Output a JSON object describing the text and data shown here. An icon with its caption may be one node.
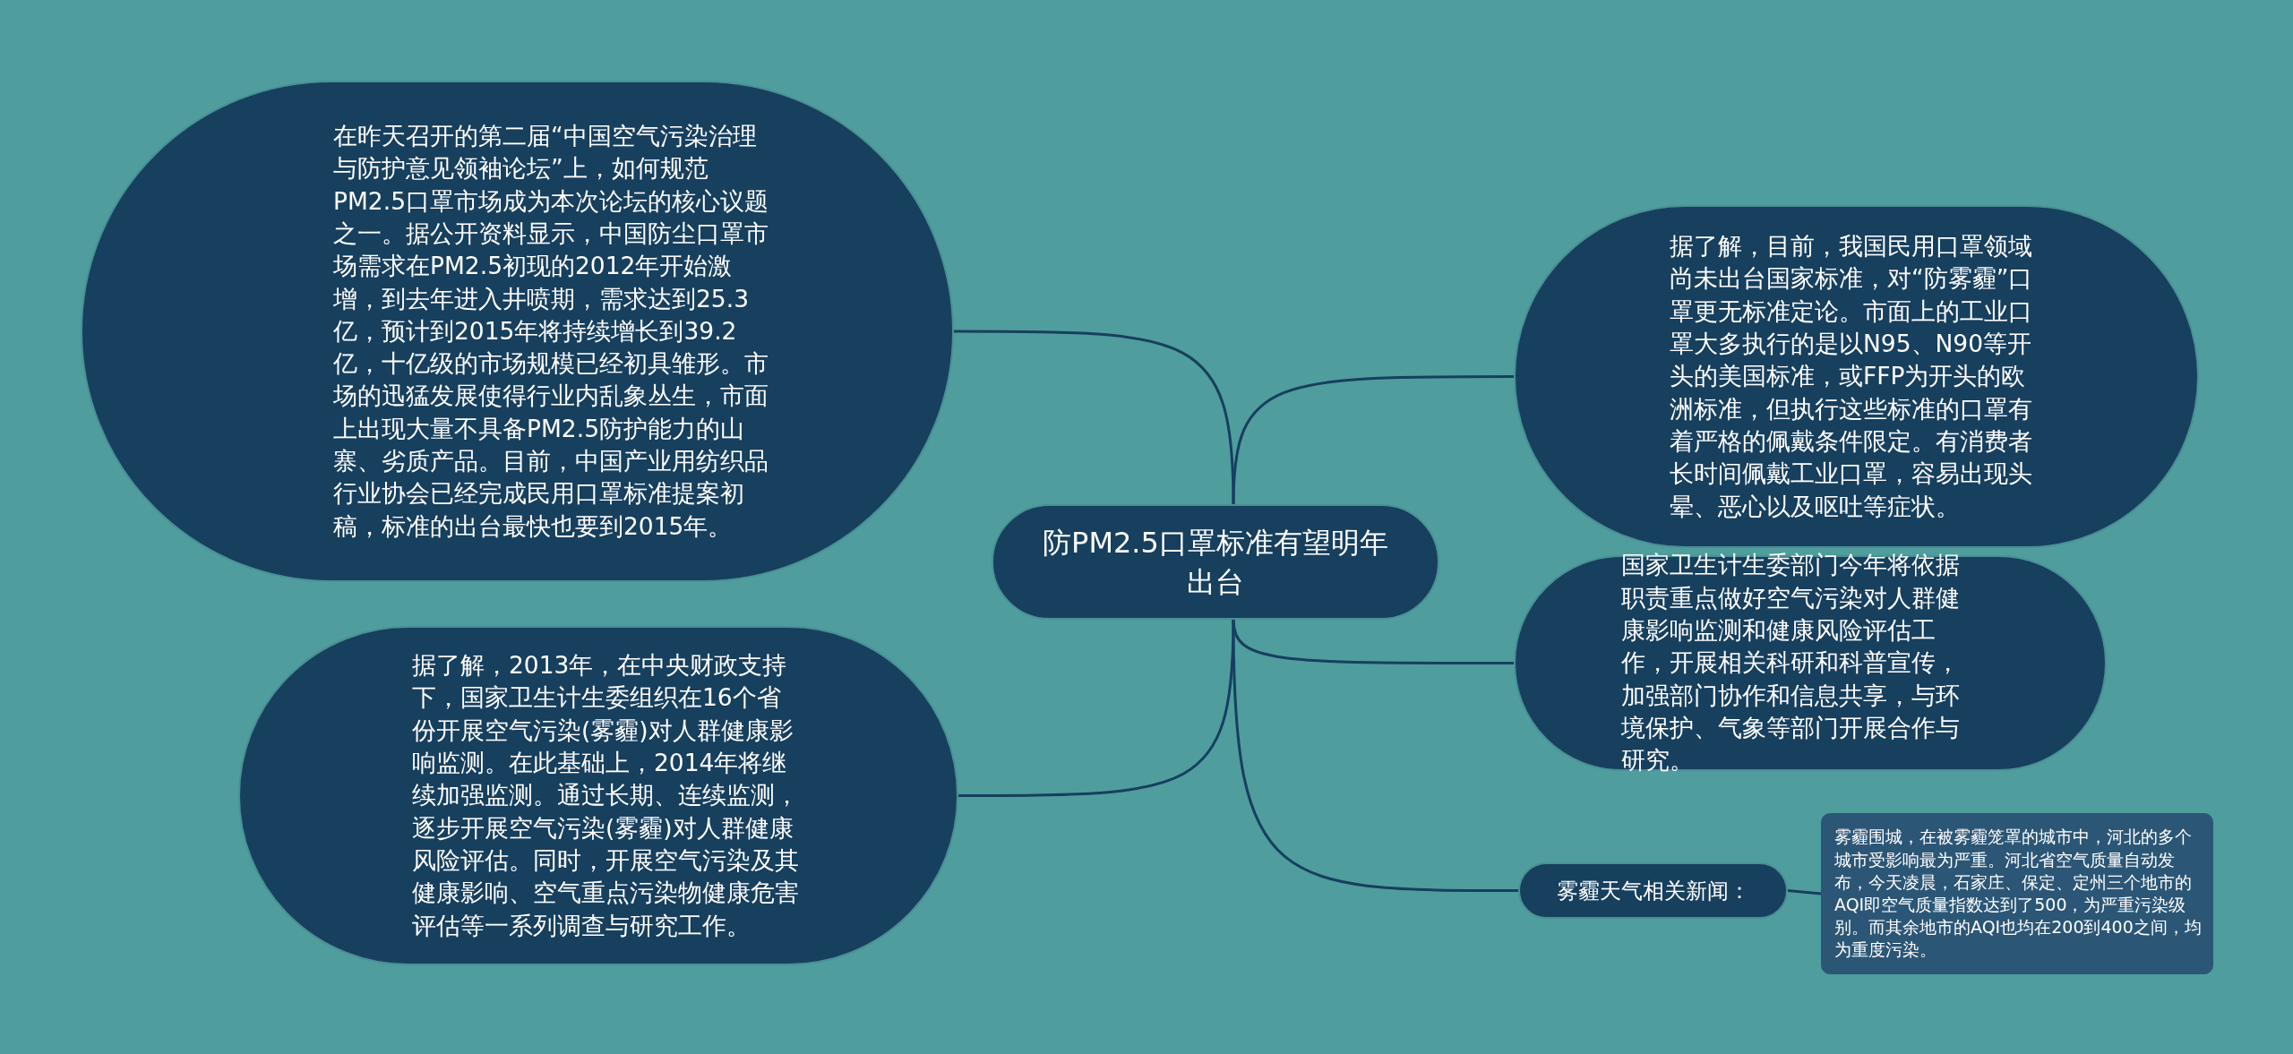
{
  "diagram": {
    "nodes": [
      {
        "text": [
          "防PM2.5口罩标准有望明年出台"
        ]
      },
      {
        "text": [
          "在昨天召开的第二届“中国空气污染治理与防护意见领袖论坛”上，如何规范PM2.5口罩市场成为本次论坛的核心议题之一。据公开资料显示，中国防尘口罩市场需求在PM2.5初现的2012年开始激增，到去年进入井喷期，需求达到25.3亿，预计到2015年将持续增长到39.2亿，十亿级的市场规模已经初具雏形。市场的迅猛发展使得行业内乱象丛生，市面上出现大量不具备PM2.5防护能力的山寨、劣质产品。目前，中国产业用纺织品行业协会已经完成民用口罩标准提案初稿，标准的出台最快也要到2015年。"
        ]
      },
      {
        "text": [
          "据了解，2013年，在中央财政支持下，国家卫生计生委组织在16个省份开展空气污染(雾霾)对人群健康影响监测。在此基础上，2014年将继续加强监测。通过长期、连续监测，逐步开展空气污染(雾霾)对人群健康风险评估。同时，开展空气污染及其健康影响、空气重点污染物健康危害评估等一系列调查与研究工作。"
        ]
      },
      {
        "text": [
          "据了解，目前，我国民用口罩领域尚未出台国家标准，对“防雾霾”口罩更无标准定论。市面上的工业口罩大多执行的是以N95、N90等开头的美国标准，或FFP为开头的欧洲标准，但执行这些标准的口罩有着严格的佩戴条件限定。有消费者长时间佩戴工业口罩，容易出现头晕、恶心以及呕吐等症状。"
        ]
      },
      {
        "text": [
          "国家卫生计生委部门今年将依据职责重点做好空气污染对人群健康影响监测和健康风险评估工作，开展相关科研和科普宣传，加强部门协作和信息共享，与环境保护、气象等部门开展合作与研究。"
        ]
      },
      {
        "text": [
          "雾霾天气相关新闻："
        ]
      },
      {
        "text": [
          "雾霾围城，在被雾霾笼罩的城市中，河北的多个城市受影响最为严重。河北省空气质量自动发布，今天凌晨，石家庄、保定、定州三个地市的AQI即空气质量指数达到了500，为严重污染级别。而其余地市的AQI也均在200到400之间，均为重度污染。"
        ]
      }
    ],
    "edges": [
      {
        "from": 0,
        "to": 1,
        "arrow": "none"
      },
      {
        "from": 0,
        "to": 2,
        "arrow": "none"
      },
      {
        "from": 0,
        "to": 3,
        "arrow": "none"
      },
      {
        "from": 0,
        "to": 4,
        "arrow": "none"
      },
      {
        "from": 0,
        "to": 5,
        "arrow": "none"
      },
      {
        "from": 5,
        "to": 6,
        "arrow": "none"
      }
    ]
  }
}
